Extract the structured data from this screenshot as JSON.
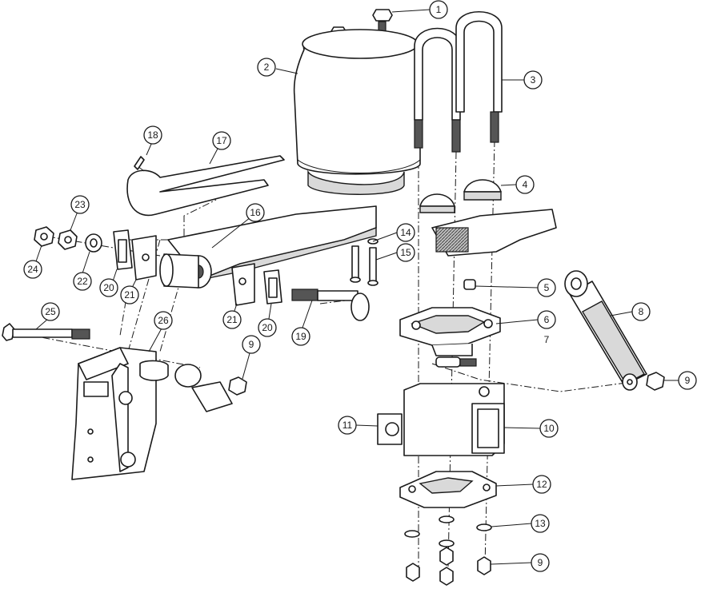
{
  "callouts": {
    "c1": "1",
    "c2": "2",
    "c3": "3",
    "c4": "4",
    "c5": "5",
    "c6": "6",
    "c7": "7",
    "c8": "8",
    "c9a": "9",
    "c9b": "9",
    "c9c": "9",
    "c10": "10",
    "c11": "11",
    "c12": "12",
    "c13": "13",
    "c14": "14",
    "c15": "15",
    "c16": "16",
    "c17": "17",
    "c18": "18",
    "c19": "19",
    "c20a": "20",
    "c20b": "20",
    "c21a": "21",
    "c21b": "21",
    "c22": "22",
    "c23": "23",
    "c24": "24",
    "c25": "25",
    "c26": "26"
  }
}
